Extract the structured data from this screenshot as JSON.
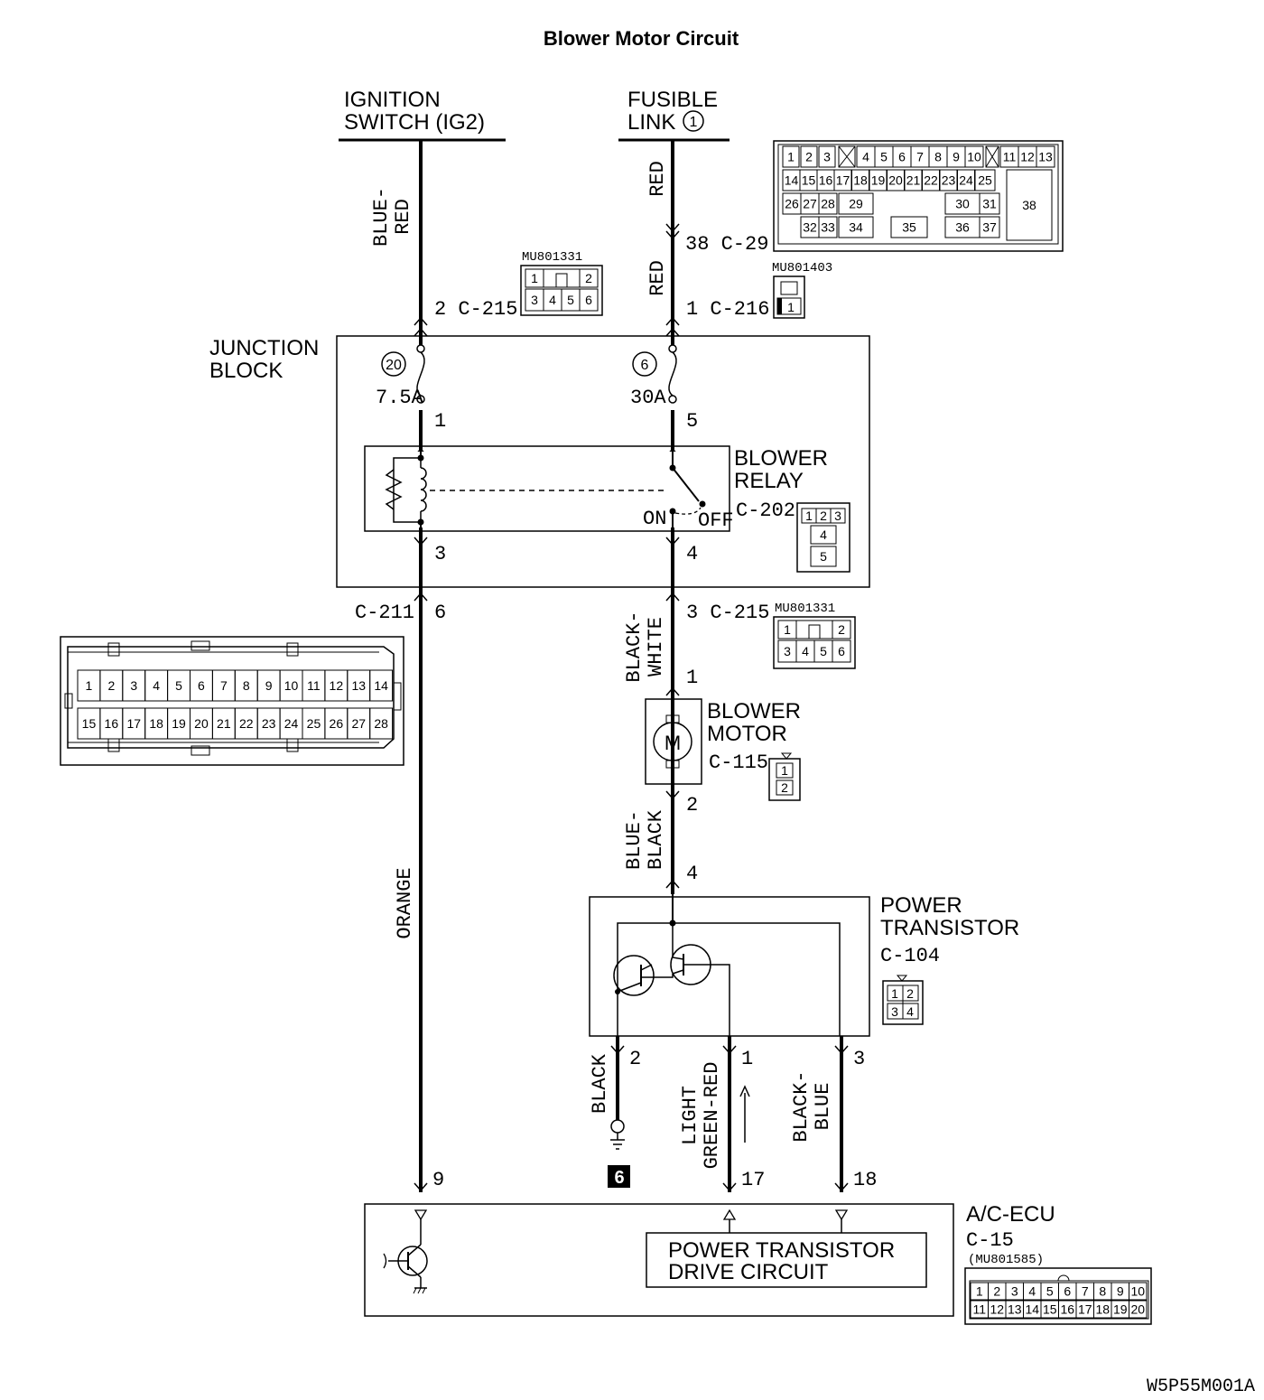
{
  "title": "Blower Motor Circuit",
  "drawing_id": "W5P55M001A",
  "sources": {
    "ignition_line1": "IGNITION",
    "ignition_line2": "SWITCH (IG2)",
    "fusible_line1": "FUSIBLE",
    "fusible_line2": "LINK",
    "fusible_num": "1"
  },
  "wires": {
    "blue_red_1": "BLUE-",
    "blue_red_2": "RED",
    "red_upper": "RED",
    "red_lower": "RED",
    "orange": "ORANGE",
    "black_white_1": "BLACK-",
    "black_white_2": "WHITE",
    "blue_black_1": "BLUE-",
    "blue_black_2": "BLACK",
    "black": "BLACK",
    "lgr_1": "LIGHT",
    "lgr_2": "GREEN-RED",
    "black_blue_1": "BLACK-",
    "black_blue_2": "BLUE"
  },
  "connectors": {
    "c29": "38  C-29",
    "c215_top": "2  C-215",
    "c216": "1  C-216",
    "c211": "C-211",
    "c211_pin": "6",
    "c215_mid": "3  C-215",
    "mu801331_a": "MU801331",
    "mu801331_b": "MU801331",
    "mu801403": "MU801403",
    "c202": "C-202",
    "c115": "C-115",
    "c104": "C-104",
    "c15": "C-15",
    "mu801585": "(MU801585)"
  },
  "pins": {
    "jb_1": "1",
    "jb_5": "5",
    "jb_3": "3",
    "jb_4": "4",
    "motor_1": "1",
    "motor_2": "2",
    "pt_4": "4",
    "pt_2": "2",
    "pt_1": "1",
    "pt_3": "3",
    "ecu_9": "9",
    "ecu_17": "17",
    "ecu_18": "18"
  },
  "junction_block": {
    "label1": "JUNCTION",
    "label2": "BLOCK",
    "fuse_a_num": "20",
    "fuse_a_rating": "7.5A",
    "fuse_b_num": "6",
    "fuse_b_rating": "30A"
  },
  "relay": {
    "label1": "BLOWER",
    "label2": "RELAY",
    "on": "ON",
    "off": "OFF"
  },
  "motor": {
    "label1": "BLOWER",
    "label2": "MOTOR",
    "symbol": "M"
  },
  "power_transistor": {
    "label1": "POWER",
    "label2": "TRANSISTOR"
  },
  "ground": {
    "num": "6"
  },
  "ecu": {
    "label": "A/C-ECU",
    "drive1": "POWER TRANSISTOR",
    "drive2": "DRIVE CIRCUIT"
  },
  "connector_c29_pins": [
    "1",
    "2",
    "3",
    "4",
    "5",
    "6",
    "7",
    "8",
    "9",
    "10",
    "11",
    "12",
    "13",
    "14",
    "15",
    "16",
    "17",
    "18",
    "19",
    "20",
    "21",
    "22",
    "23",
    "24",
    "25",
    "26",
    "27",
    "28",
    "29",
    "30",
    "31",
    "32",
    "33",
    "34",
    "35",
    "36",
    "37",
    "38"
  ],
  "connector_c211_pins": [
    "1",
    "2",
    "3",
    "4",
    "5",
    "6",
    "7",
    "8",
    "9",
    "10",
    "11",
    "12",
    "13",
    "14",
    "15",
    "16",
    "17",
    "18",
    "19",
    "20",
    "21",
    "22",
    "23",
    "24",
    "25",
    "26",
    "27",
    "28"
  ],
  "connector_c215_pins": [
    "1",
    "2",
    "3",
    "4",
    "5",
    "6"
  ],
  "connector_c202_pins": [
    "1",
    "2",
    "3",
    "4",
    "5"
  ],
  "connector_c115_pins": [
    "1",
    "2"
  ],
  "connector_c104_pins": [
    "1",
    "2",
    "3",
    "4"
  ],
  "connector_c15_pins": [
    "1",
    "2",
    "3",
    "4",
    "5",
    "6",
    "7",
    "8",
    "9",
    "10",
    "11",
    "12",
    "13",
    "14",
    "15",
    "16",
    "17",
    "18",
    "19",
    "20"
  ],
  "connector_c216_pins": [
    "1"
  ]
}
